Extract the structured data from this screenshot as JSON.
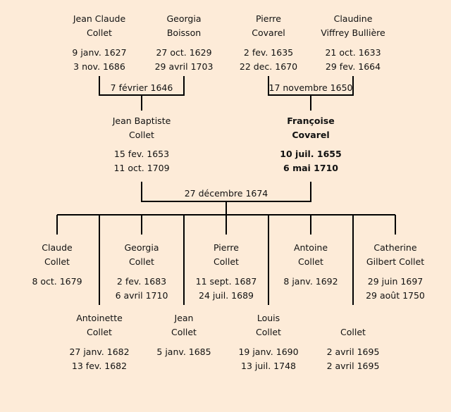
{
  "grandparents": [
    {
      "first": "Jean Claude",
      "last": "Collet",
      "birth": "9 janv. 1627",
      "death": "3 nov. 1686"
    },
    {
      "first": "Georgia",
      "last": "Boisson",
      "birth": "27 oct. 1629",
      "death": "29 avril 1703"
    },
    {
      "first": "Pierre",
      "last": "Covarel",
      "birth": "2 fev. 1635",
      "death": "22 dec. 1670"
    },
    {
      "first": "Claudine",
      "last": "Viffrey Bullière",
      "birth": "21 oct. 1633",
      "death": "29 fev. 1664"
    }
  ],
  "marriages": {
    "collet_boisson": "7 février 1646",
    "covarel_viffrey": "17 novembre 1650",
    "collet_covarel": "27 décembre 1674"
  },
  "parents": [
    {
      "first": "Jean Baptiste",
      "last": "Collet",
      "birth": "15 fev. 1653",
      "death": "11 oct. 1709"
    },
    {
      "first": "Françoise",
      "last": "Covarel",
      "birth": "10 juil. 1655",
      "death": "6 mai 1710"
    }
  ],
  "children": [
    {
      "first": "Claude",
      "last": "Collet",
      "birth": "8 oct. 1679",
      "death": ""
    },
    {
      "first": "Antoinette",
      "last": "Collet",
      "birth": "27 janv. 1682",
      "death": "13 fev. 1682"
    },
    {
      "first": "Georgia",
      "last": "Collet",
      "birth": "2 fev. 1683",
      "death": "6 avril 1710"
    },
    {
      "first": "Jean",
      "last": "Collet",
      "birth": "5 janv. 1685",
      "death": ""
    },
    {
      "first": "Pierre",
      "last": "Collet",
      "birth": "11 sept. 1687",
      "death": "24 juil. 1689"
    },
    {
      "first": "Louis",
      "last": "Collet",
      "birth": "19 janv. 1690",
      "death": "13 juil. 1748"
    },
    {
      "first": "Antoine",
      "last": "Collet",
      "birth": "8 janv. 1692",
      "death": ""
    },
    {
      "first": "",
      "last": "Collet",
      "birth": "2 avril 1695",
      "death": "2 avril 1695"
    },
    {
      "first": "Catherine",
      "last": "Gilbert Collet",
      "birth": "29 juin 1697",
      "death": "29 août 1750"
    }
  ]
}
